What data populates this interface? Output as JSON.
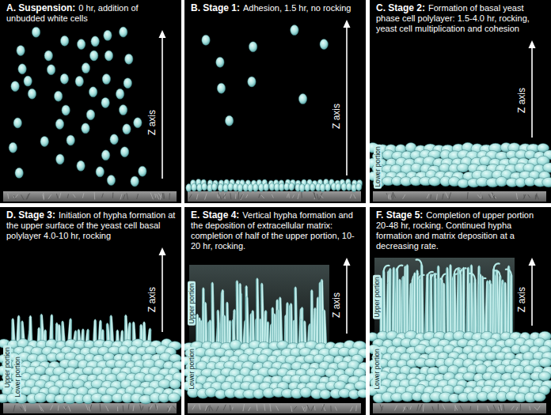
{
  "diagram": {
    "nodes": [
      {
        "text": [
          "A. Suspension:",
          "0 hr, addition of unbudded white cells"
        ]
      },
      {
        "text": [
          "B. Stage 1:",
          "Adhesion, 1.5 hr, no rocking"
        ]
      },
      {
        "text": [
          "C. Stage 2:",
          "Formation of basal yeast phase cell polylayer: 1.5-4.0 hr, rocking, yeast cell multiplication and cohesion"
        ]
      },
      {
        "text": [
          "D. Stage 3:",
          "Initiation of hypha formation at the upper surface of the yeast cell basal polylayer 4.0-10 hr, rocking"
        ]
      },
      {
        "text": [
          "E. Stage 4:",
          "Vertical hypha formation and the deposition of extracellular matrix: completion of half of the upper portion, 10-20 hr, rocking."
        ]
      },
      {
        "text": [
          "F. Stage 5:",
          "Completion of upper portion 20-48 hr, rocking. Continued hypha formation and matrix deposition at a decreasing rate."
        ]
      }
    ],
    "labels": [
      "Z axis",
      "Z axis",
      "Z axis",
      "Z axis",
      "Z axis",
      "Z axis",
      "Lower portion",
      "Upper portion",
      "Lower portion",
      "Upper portion",
      "Lower portion",
      "Upper portion",
      "Lower portion"
    ]
  }
}
